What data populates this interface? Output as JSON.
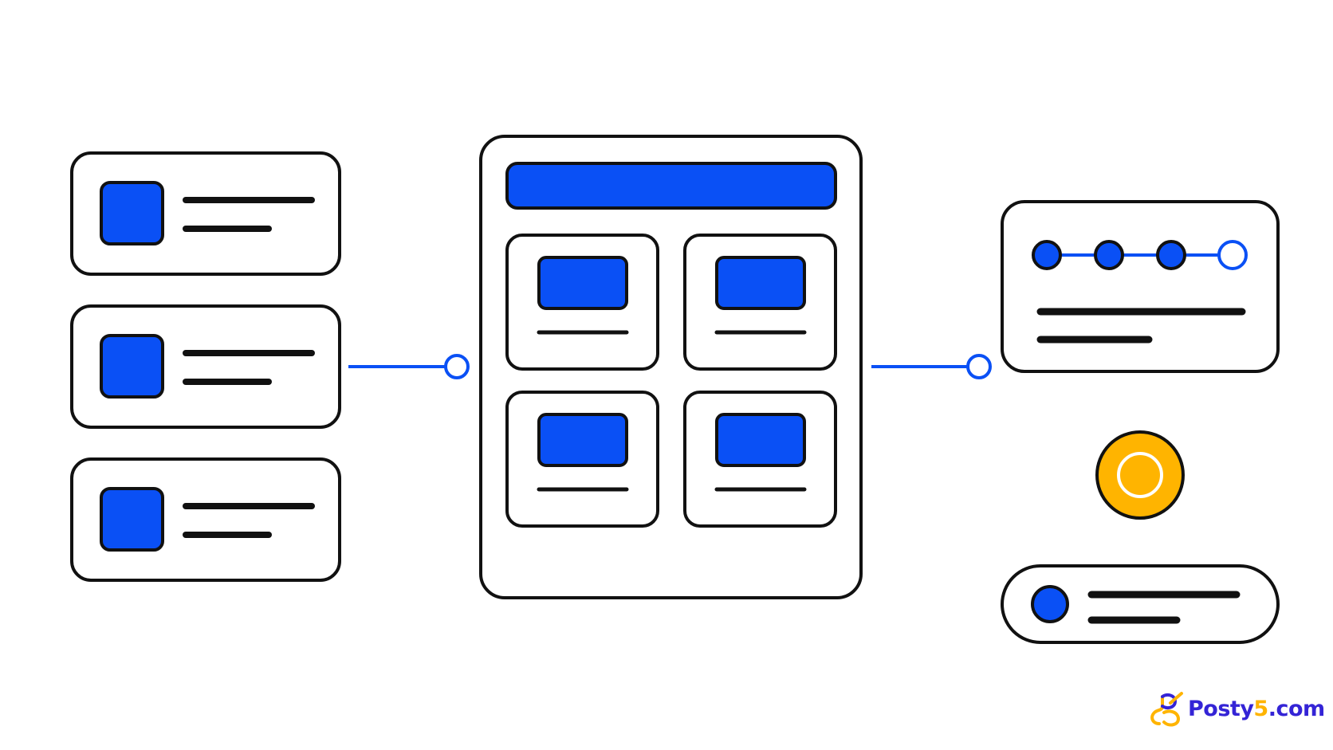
{
  "colors": {
    "stroke": "#111111",
    "blue": "#0a50f5",
    "yellow": "#ffb400",
    "white": "#ffffff",
    "logo_purple": "#3424d6",
    "logo_yellow": "#ffb400"
  },
  "left_cards": [
    {
      "icon": "blue-square"
    },
    {
      "icon": "blue-square"
    },
    {
      "icon": "blue-square"
    }
  ],
  "center_panel": {
    "header": "blue-bar",
    "tiles": [
      {
        "icon": "blue-rect"
      },
      {
        "icon": "blue-rect"
      },
      {
        "icon": "blue-rect"
      },
      {
        "icon": "blue-rect"
      }
    ]
  },
  "progress_card": {
    "steps_total": 4,
    "steps_filled": 3
  },
  "status_badge": {
    "icon": "yellow-radio-circle"
  },
  "pill_item": {
    "icon": "blue-dot"
  },
  "watermark": {
    "part1": "Posty",
    "part2": "5",
    "part3": ".com"
  }
}
